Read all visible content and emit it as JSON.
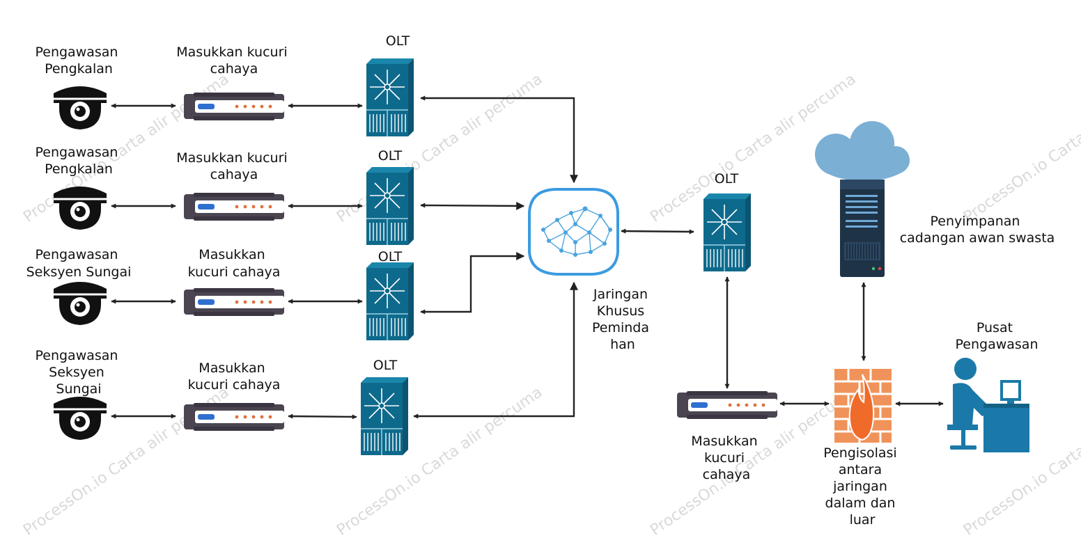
{
  "watermark": {
    "text": "ProcessOn.io Carta alir percuma"
  },
  "labels": {
    "cam1": [
      "Pengawasan",
      "Pengkalan"
    ],
    "cam2": [
      "Pengawasan",
      "Pengkalan"
    ],
    "cam3": [
      "Pengawasan",
      "Seksyen Sungai"
    ],
    "cam4": [
      "Pengawasan",
      "Seksyen",
      "Sungai"
    ],
    "mod1": [
      "Masukkan kucuri",
      "cahaya"
    ],
    "mod2": [
      "Masukkan kucuri",
      "cahaya"
    ],
    "mod3": [
      "Masukkan",
      "kucuri cahaya"
    ],
    "mod4": [
      "Masukkan",
      "kucuri cahaya"
    ],
    "olt1": "OLT",
    "olt2": "OLT",
    "olt3": "OLT",
    "olt4": "OLT",
    "olt5": "OLT",
    "network": [
      "Jaringan",
      "Khusus",
      "Peminda",
      "han"
    ],
    "mod5": [
      "Masukkan",
      "kucuri",
      "cahaya"
    ],
    "cloud": [
      "Penyimpanan",
      "cadangan awan swasta"
    ],
    "firewall": [
      "Pengisolasi",
      "antara",
      "jaringan",
      "dalam dan",
      "luar"
    ],
    "center": [
      "Pusat",
      "Pengawasan"
    ]
  },
  "colors": {
    "camera": "#111111",
    "modem_body": "#4a4550",
    "modem_led_blue": "#2f6fd0",
    "modem_led_orange": "#e0703a",
    "olt": "#0e6a8c",
    "olt_dark": "#0b5572",
    "network_border": "#3b9be0",
    "network_nodes": "#4aa3df",
    "cloud": "#7bafd4",
    "server": "#1f3347",
    "firewall": "#f0935a",
    "center": "#1a79a8"
  },
  "icons": {
    "camera": "camera-icon",
    "modem": "modem-icon",
    "olt": "olt-switch-icon",
    "network": "network-mesh-icon",
    "cloud": "cloud-icon",
    "server": "server-icon",
    "firewall": "firewall-icon",
    "center": "workstation-icon"
  }
}
